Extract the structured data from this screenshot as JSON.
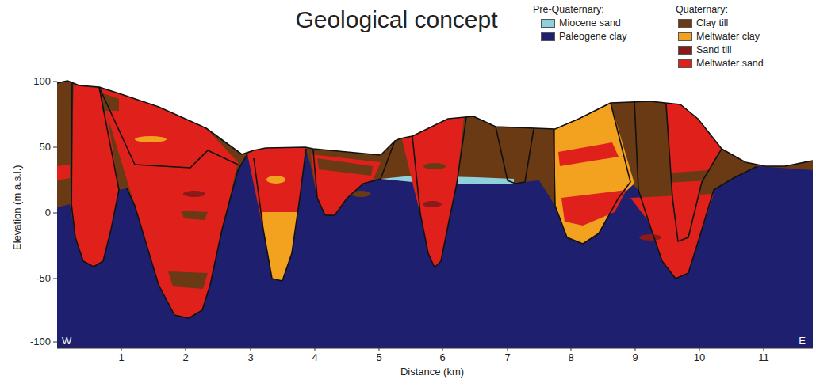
{
  "diagram": {
    "title": "Geological concept",
    "labels": [
      "Pre-Quaternary:",
      "Quaternary:",
      "Elevation (m a.s.l.)",
      "100",
      "50",
      "0",
      "-50",
      "-100",
      "1",
      "2",
      "3",
      "4",
      "5",
      "6",
      "7",
      "8",
      "9",
      "10",
      "11",
      "Distance (km)",
      "W",
      "E"
    ],
    "legend": [
      {
        "text": "Miocene sand",
        "color": "#8fd0da"
      },
      {
        "text": "Paleogene clay",
        "color": "#1e1f6e"
      },
      {
        "text": "Clay till",
        "color": "#6a3a14"
      },
      {
        "text": "Meltwater clay",
        "color": "#f2a21f"
      },
      {
        "text": "Sand till",
        "color": "#8b1a1a"
      },
      {
        "text": "Meltwater sand",
        "color": "#e0211b"
      }
    ]
  }
}
